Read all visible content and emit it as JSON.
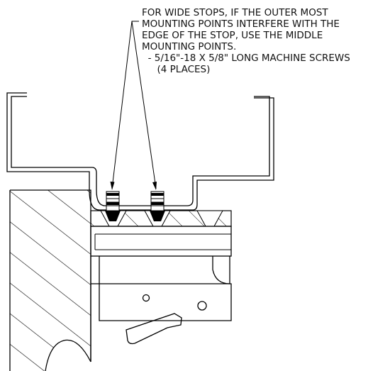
{
  "note": {
    "lines": [
      "FOR WIDE STOPS, IF THE OUTER MOST",
      "MOUNTING POINTS INTERFERE WITH THE",
      "EDGE OF THE STOP, USE THE MIDDLE",
      "MOUNTING POINTS.",
      "  - 5/16\"-18 X 5/8\" LONG MACHINE SCREWS",
      "     (4 PLACES)"
    ]
  },
  "colors": {
    "line": "#000000",
    "background": "#ffffff"
  }
}
